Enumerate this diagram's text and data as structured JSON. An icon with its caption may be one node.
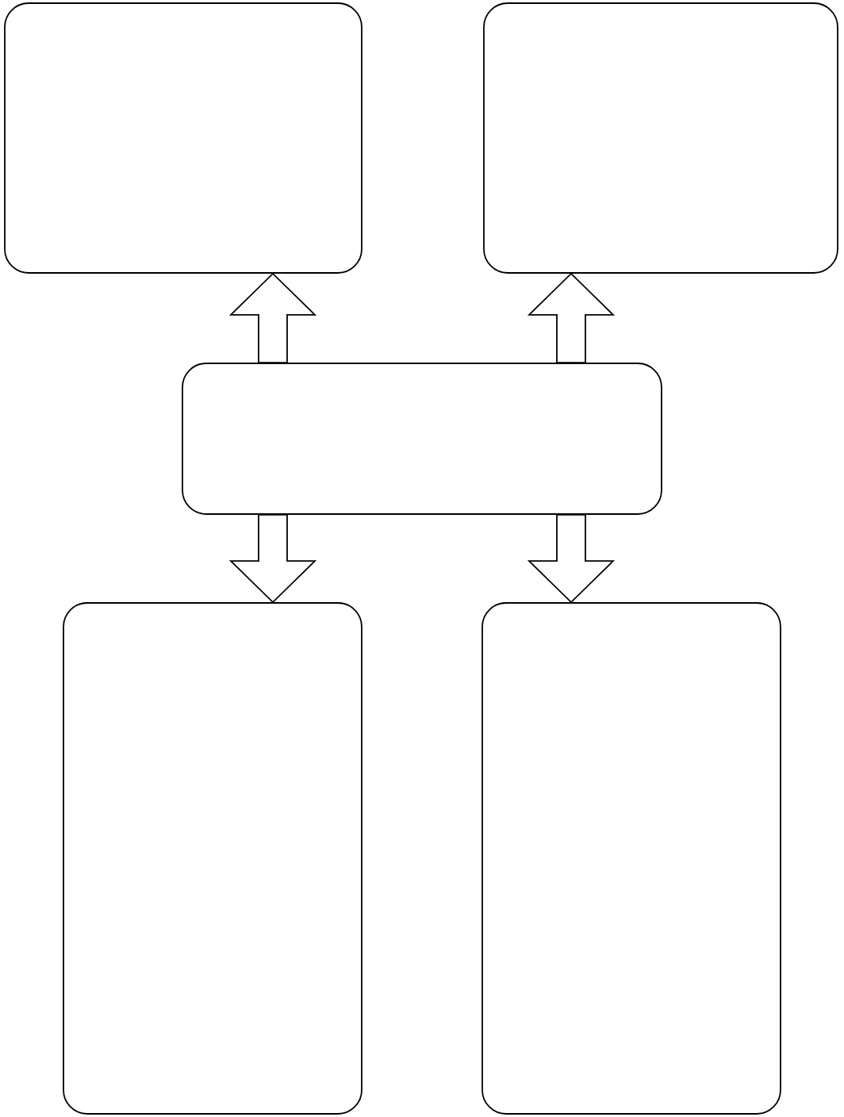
{
  "diagram": {
    "nodes": [
      {
        "text": [],
        "shape": "box"
      },
      {
        "text": [],
        "shape": "box"
      },
      {
        "text": [],
        "shape": "box"
      },
      {
        "text": [],
        "shape": "box"
      },
      {
        "text": [],
        "shape": "box"
      }
    ],
    "edges": [
      {
        "from": 2,
        "to": 0,
        "arrow": "to"
      },
      {
        "from": 2,
        "to": 1,
        "arrow": "to"
      },
      {
        "from": 2,
        "to": 3,
        "arrow": "to"
      },
      {
        "from": 2,
        "to": 4,
        "arrow": "to"
      }
    ]
  }
}
